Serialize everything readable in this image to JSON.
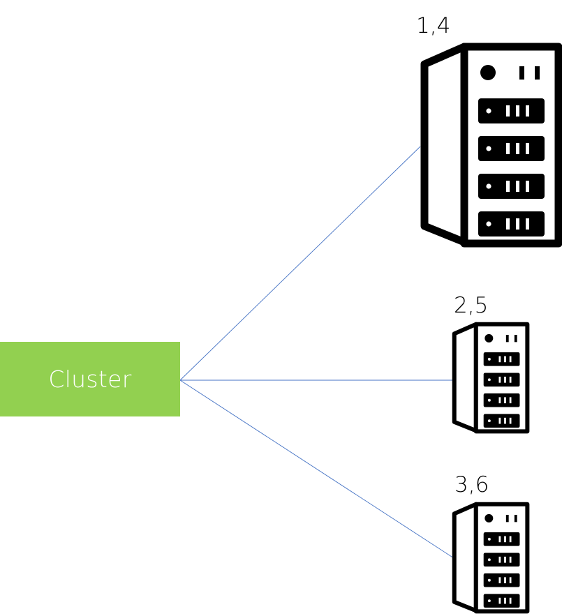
{
  "cluster": {
    "label": "Cluster",
    "color": "#92d050"
  },
  "connector_color": "#4472c4",
  "servers": [
    {
      "label": "1,4",
      "icon": "server-rack-icon"
    },
    {
      "label": "2,5",
      "icon": "server-rack-icon"
    },
    {
      "label": "3,6",
      "icon": "server-rack-icon"
    }
  ]
}
